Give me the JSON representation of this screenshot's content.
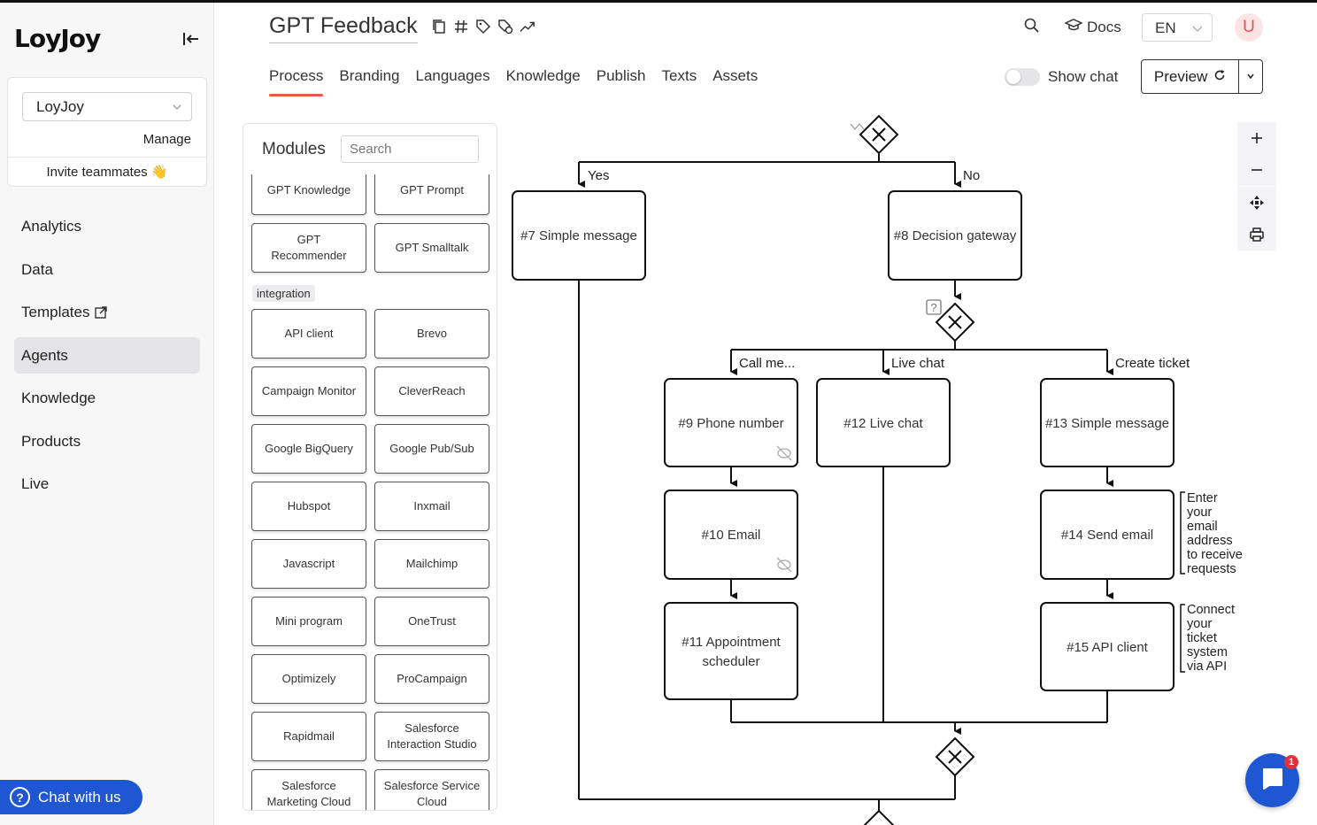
{
  "app": {
    "logo": "LoyJoy"
  },
  "sidebar": {
    "org_select": "LoyJoy",
    "manage": "Manage",
    "invite": "Invite teammates 👋",
    "items": [
      {
        "label": "Analytics"
      },
      {
        "label": "Data"
      },
      {
        "label": "Templates"
      },
      {
        "label": "Agents",
        "active": true
      },
      {
        "label": "Knowledge"
      },
      {
        "label": "Products"
      },
      {
        "label": "Live"
      }
    ],
    "chat_with_us": "Chat with us"
  },
  "header": {
    "title": "GPT Feedback",
    "docs": "Docs",
    "language": "EN",
    "avatar": "U",
    "tabs": [
      "Process",
      "Branding",
      "Languages",
      "Knowledge",
      "Publish",
      "Texts",
      "Assets"
    ],
    "active_tab": "Process",
    "show_chat": "Show chat",
    "preview": "Preview"
  },
  "modules": {
    "title": "Modules",
    "search_placeholder": "Search",
    "category": "integration",
    "top_items": [
      "GPT Knowledge",
      "GPT Prompt",
      "GPT Recommender",
      "GPT Smalltalk"
    ],
    "items": [
      "API client",
      "Brevo",
      "Campaign Monitor",
      "CleverReach",
      "Google BigQuery",
      "Google Pub/Sub",
      "Hubspot",
      "Inxmail",
      "Javascript",
      "Mailchimp",
      "Mini program",
      "OneTrust",
      "Optimizely",
      "ProCampaign",
      "Rapidmail",
      "Salesforce Interaction Studio",
      "Salesforce Marketing Cloud",
      "Salesforce Service Cloud"
    ]
  },
  "flow": {
    "edges": {
      "yes": "Yes",
      "no": "No",
      "call": "Call me...",
      "live": "Live chat",
      "ticket": "Create ticket"
    },
    "nodes": {
      "n7": "#7 Simple message",
      "n8": "#8 Decision gateway",
      "n9": "#9 Phone number",
      "n10": "#10 Email",
      "n11a": "#11 Appointment",
      "n11b": "scheduler",
      "n12": "#12 Live chat",
      "n13": "#13 Simple message",
      "n14": "#14 Send email",
      "n15": "#15 API client"
    },
    "annotations": {
      "a14": [
        "Enter",
        "your",
        "email",
        "address",
        "to receive",
        "requests"
      ],
      "a15": [
        "Connect",
        "your",
        "ticket",
        "system",
        "via API"
      ]
    }
  },
  "fab": {
    "badge": "1"
  },
  "colors": {
    "accent": "#e8564a",
    "brand_blue": "#1f56d1",
    "badge_red": "#e0323c"
  }
}
